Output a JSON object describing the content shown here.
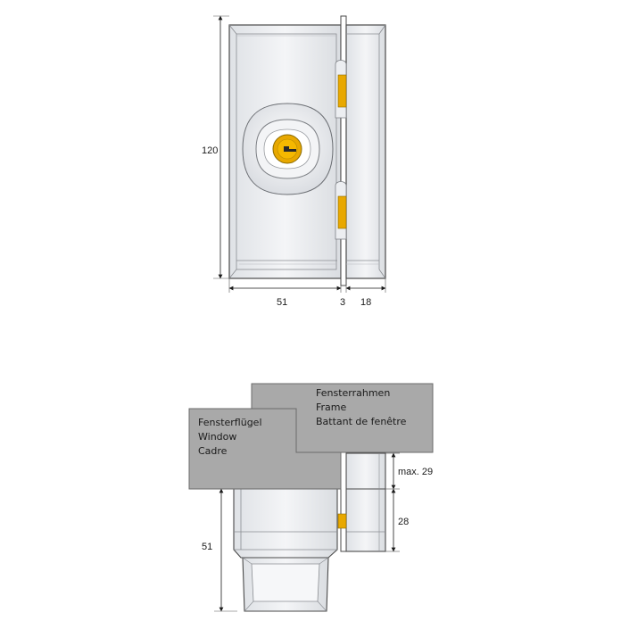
{
  "top_view": {
    "dim_height": "120",
    "dim_body_width": "51",
    "dim_gap": "3",
    "dim_frame_width": "18"
  },
  "bottom_view": {
    "frame_label": {
      "line1": "Fensterrahmen",
      "line2": "Frame",
      "line3": "Battant de fenêtre"
    },
    "sash_label": {
      "line1": "Fensterflügel",
      "line2": "Window",
      "line3": "Cadre"
    },
    "dim_max": "max. 29",
    "dim_frame_depth": "28",
    "dim_body_depth": "51"
  },
  "colors": {
    "body_fill": "#eef0f2",
    "outline": "#4a4a4a",
    "cylinder_yellow": "#e8a800",
    "label_box": "#a9a9a9"
  }
}
